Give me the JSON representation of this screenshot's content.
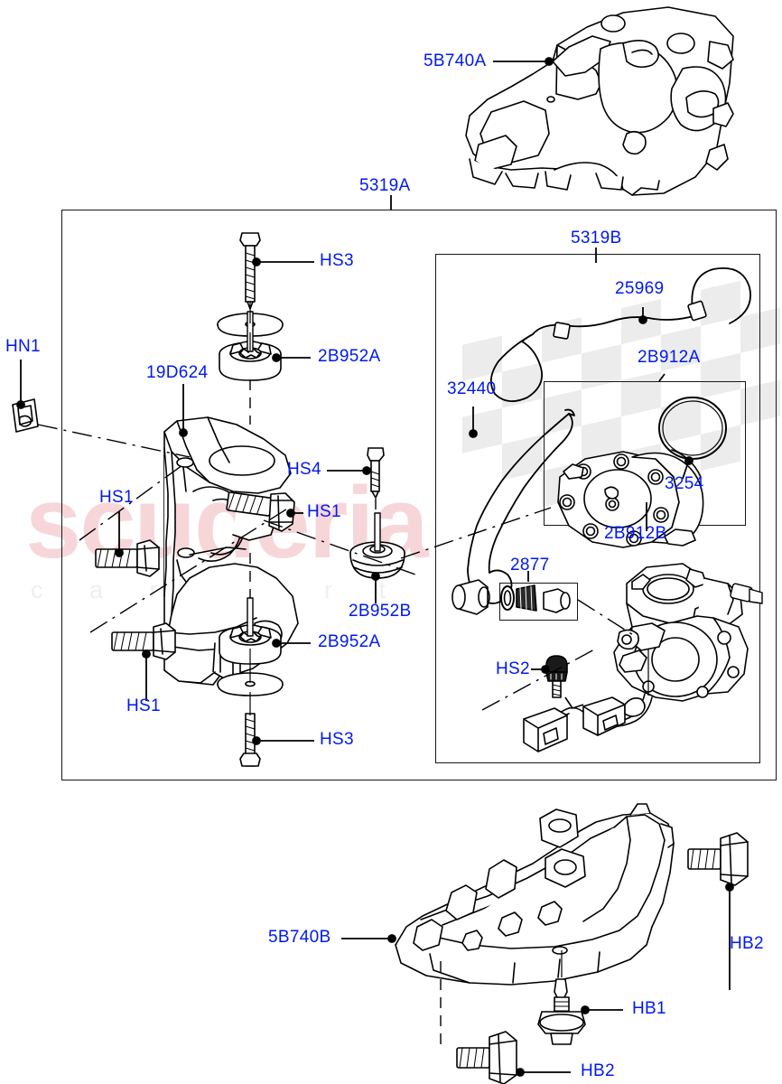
{
  "diagram": {
    "title": "Transfer Case / Motor Mounting Assembly Parts Diagram",
    "label_color": "#0019f0",
    "line_color": "#16181c",
    "background": "#ffffff"
  },
  "watermark": {
    "brand": "scuderia",
    "tagline": "c a r p a r t",
    "brand_color": "#f7d6d9",
    "tagline_color": "#f0eeee",
    "flag_color": "#ebebeb"
  },
  "labels": {
    "top_cover": "5B740A",
    "assembly_main": "5319A",
    "assembly_sub": "5319B",
    "clip": "HN1",
    "bracket": "19D624",
    "screw_long_top": "HS3",
    "screw_long_bottom": "HS3",
    "mount_upper": "2B952A",
    "mount_lower": "2B952A",
    "bushing": "2B952B",
    "screw_short": "HS4",
    "bolt_left_upper": "HS1",
    "bolt_center": "HS1",
    "bolt_left_lower": "HS1",
    "cable_tie": "25969",
    "hose": "32440",
    "pump_kit": "2B912A",
    "pump_body": "2B912B",
    "o_ring": "3254",
    "seal_kit": "2877",
    "stud_screw": "HS2",
    "lower_bracket": "5B740B",
    "grommet": "HB1",
    "flange_bolt_right": "HB2",
    "flange_bolt_bottom": "HB2"
  },
  "parts": [
    {
      "ref": "5B740A",
      "name": "upper-cover",
      "section": "top"
    },
    {
      "ref": "5319A",
      "name": "main-assembly-box",
      "section": "middle"
    },
    {
      "ref": "5319B",
      "name": "sub-assembly-box",
      "section": "middle-right"
    },
    {
      "ref": "HN1",
      "name": "retaining-clip",
      "section": "left-outside"
    },
    {
      "ref": "19D624",
      "name": "support-bracket",
      "section": "middle-left"
    },
    {
      "ref": "HS3",
      "name": "long-screw",
      "section": "middle-left",
      "qty": 2
    },
    {
      "ref": "2B952A",
      "name": "rubber-mount",
      "section": "middle-left",
      "qty": 2
    },
    {
      "ref": "2B952B",
      "name": "rubber-bushing",
      "section": "middle-left"
    },
    {
      "ref": "HS4",
      "name": "short-screw",
      "section": "middle-left"
    },
    {
      "ref": "HS1",
      "name": "flange-bolt",
      "section": "middle-left",
      "qty": 3
    },
    {
      "ref": "25969",
      "name": "cable-tie-strap",
      "section": "middle-right"
    },
    {
      "ref": "32440",
      "name": "vacuum-hose",
      "section": "middle-right"
    },
    {
      "ref": "2B912A",
      "name": "pump-service-kit",
      "section": "middle-right"
    },
    {
      "ref": "2B912B",
      "name": "pump-body",
      "section": "middle-right"
    },
    {
      "ref": "3254",
      "name": "o-ring-seal",
      "section": "middle-right"
    },
    {
      "ref": "2877",
      "name": "seal-plug-kit",
      "section": "middle-right"
    },
    {
      "ref": "HS2",
      "name": "stud-screw",
      "section": "middle-right"
    },
    {
      "ref": "5B740B",
      "name": "lower-bracket",
      "section": "bottom"
    },
    {
      "ref": "HB1",
      "name": "push-in-grommet",
      "section": "bottom"
    },
    {
      "ref": "HB2",
      "name": "hex-flange-bolt",
      "section": "bottom",
      "qty": 2
    }
  ]
}
